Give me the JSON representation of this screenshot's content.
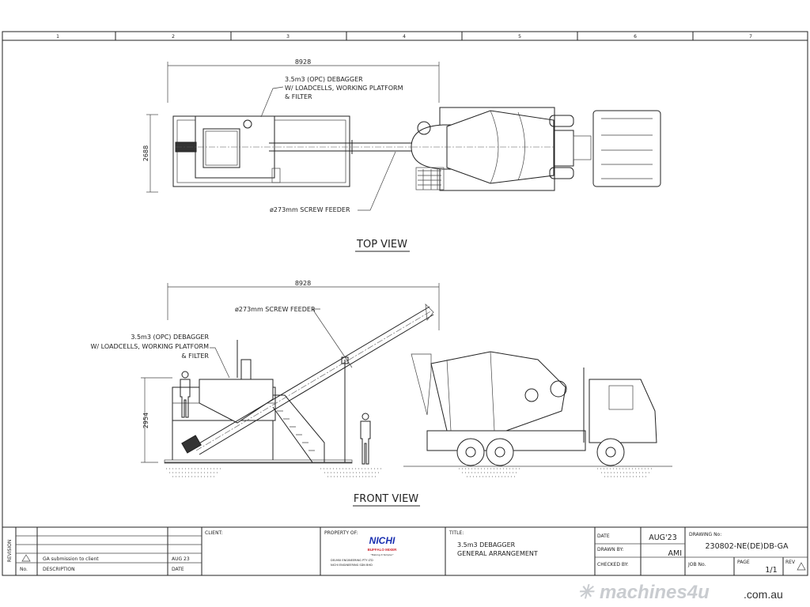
{
  "grid": {
    "columns": [
      "1",
      "2",
      "3",
      "4",
      "5",
      "6",
      "7"
    ]
  },
  "top_view": {
    "title": "TOP VIEW",
    "length_dim": "8928",
    "width_dim": "2688",
    "debagger_label": [
      "3.5m3 (OPC) DEBAGGER",
      "W/ LOADCELLS, WORKING PLATFORM",
      "& FILTER"
    ],
    "screw_label": "ø273mm SCREW FEEDER"
  },
  "front_view": {
    "title": "FRONT VIEW",
    "length_dim": "8928",
    "height_dim": "2954",
    "debagger_label": [
      "3.5m3 (OPC) DEBAGGER",
      "W/ LOADCELLS, WORKING PLATFORM",
      "& FILTER"
    ],
    "screw_label": "ø273mm SCREW FEEDER"
  },
  "title_block": {
    "revision_label": "REVISION",
    "revisions": [
      {
        "no": "",
        "description": "GA submission to client",
        "date": "AUG 23"
      }
    ],
    "no_header": "No.",
    "description_header": "DESCRIPTION",
    "date_header": "DATE",
    "client_label": "CLIENT:",
    "property_label": "PROPERTY OF:",
    "logo": {
      "name": "NICHI",
      "sub": "BUFFALO MIXER",
      "tagline": "\"Making it Simpler\"",
      "company1": "DELMIX ENGINEERING PTY LTD",
      "company2": "NICHI ENGINEERING SDN BHD"
    },
    "title_label": "TITLE:",
    "title_lines": [
      "3.5m3 DEBAGGER",
      "GENERAL ARRANGEMENT"
    ],
    "date_label": "DATE",
    "date_value": "AUG'23",
    "drawn_by_label": "DRAWN BY:",
    "drawn_by_value": "AMI",
    "checked_by_label": "CHECKED BY:",
    "drawing_no_label": "DRAWING No:",
    "drawing_no_value": "230802-NE(DE)DB-GA",
    "job_no_label": "JOB No.",
    "page_label": "PAGE",
    "page_value": "1/1",
    "rev_label": "REV"
  },
  "watermark": {
    "brand": "machines4u",
    "domain": ".com.au"
  },
  "colors": {
    "line": "#222222",
    "logo_blue": "#1a2fb0",
    "logo_red": "#d0202a"
  }
}
